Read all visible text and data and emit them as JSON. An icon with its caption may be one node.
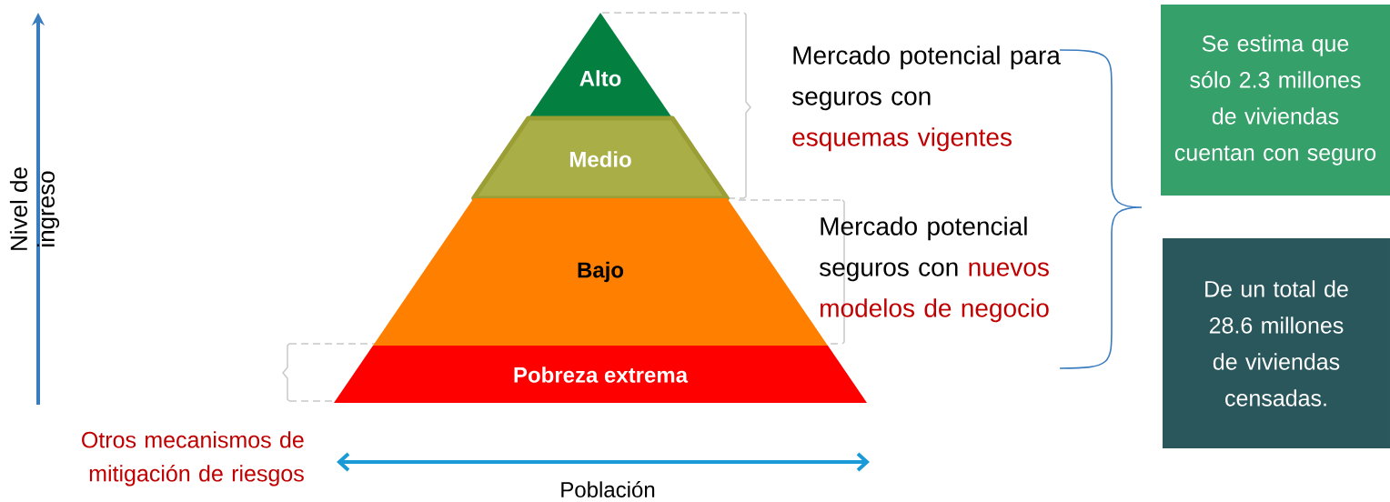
{
  "diagram": {
    "nodes": [
      {
        "text": [
          "Alto"
        ]
      },
      {
        "text": [
          "Medio"
        ]
      },
      {
        "text": [
          "Bajo"
        ]
      },
      {
        "text": [
          "Pobreza extrema"
        ]
      },
      {
        "text": [
          "Se estima que sólo 2.3 millones de viviendas cuentan con seguro"
        ]
      },
      {
        "text": [
          "De un total de 28.6 millones de viviendas censadas."
        ]
      }
    ],
    "labels": [
      "Nivel de ingreso",
      "Mercado potencial para seguros con",
      "esquemas vigentes",
      "Mercado potencial seguros con",
      "nuevos modelos de negocio",
      "Otros mecanismos de mitigación de riesgos",
      "Población"
    ]
  }
}
